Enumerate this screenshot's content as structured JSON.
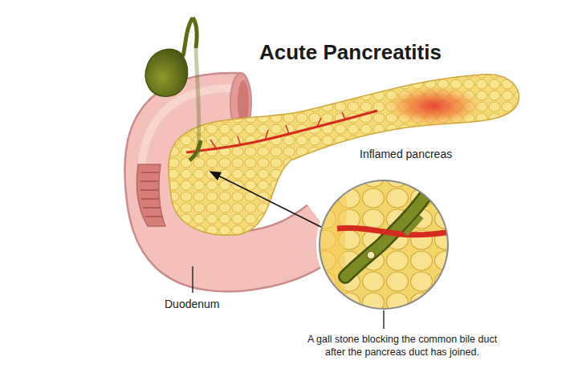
{
  "diagram": {
    "title": "Acute Pancreatitis",
    "labels": [
      "Inflamed pancreas",
      "Duodenum",
      "A gall stone blocking the common bile duct after the pancreas duct has joined."
    ]
  }
}
